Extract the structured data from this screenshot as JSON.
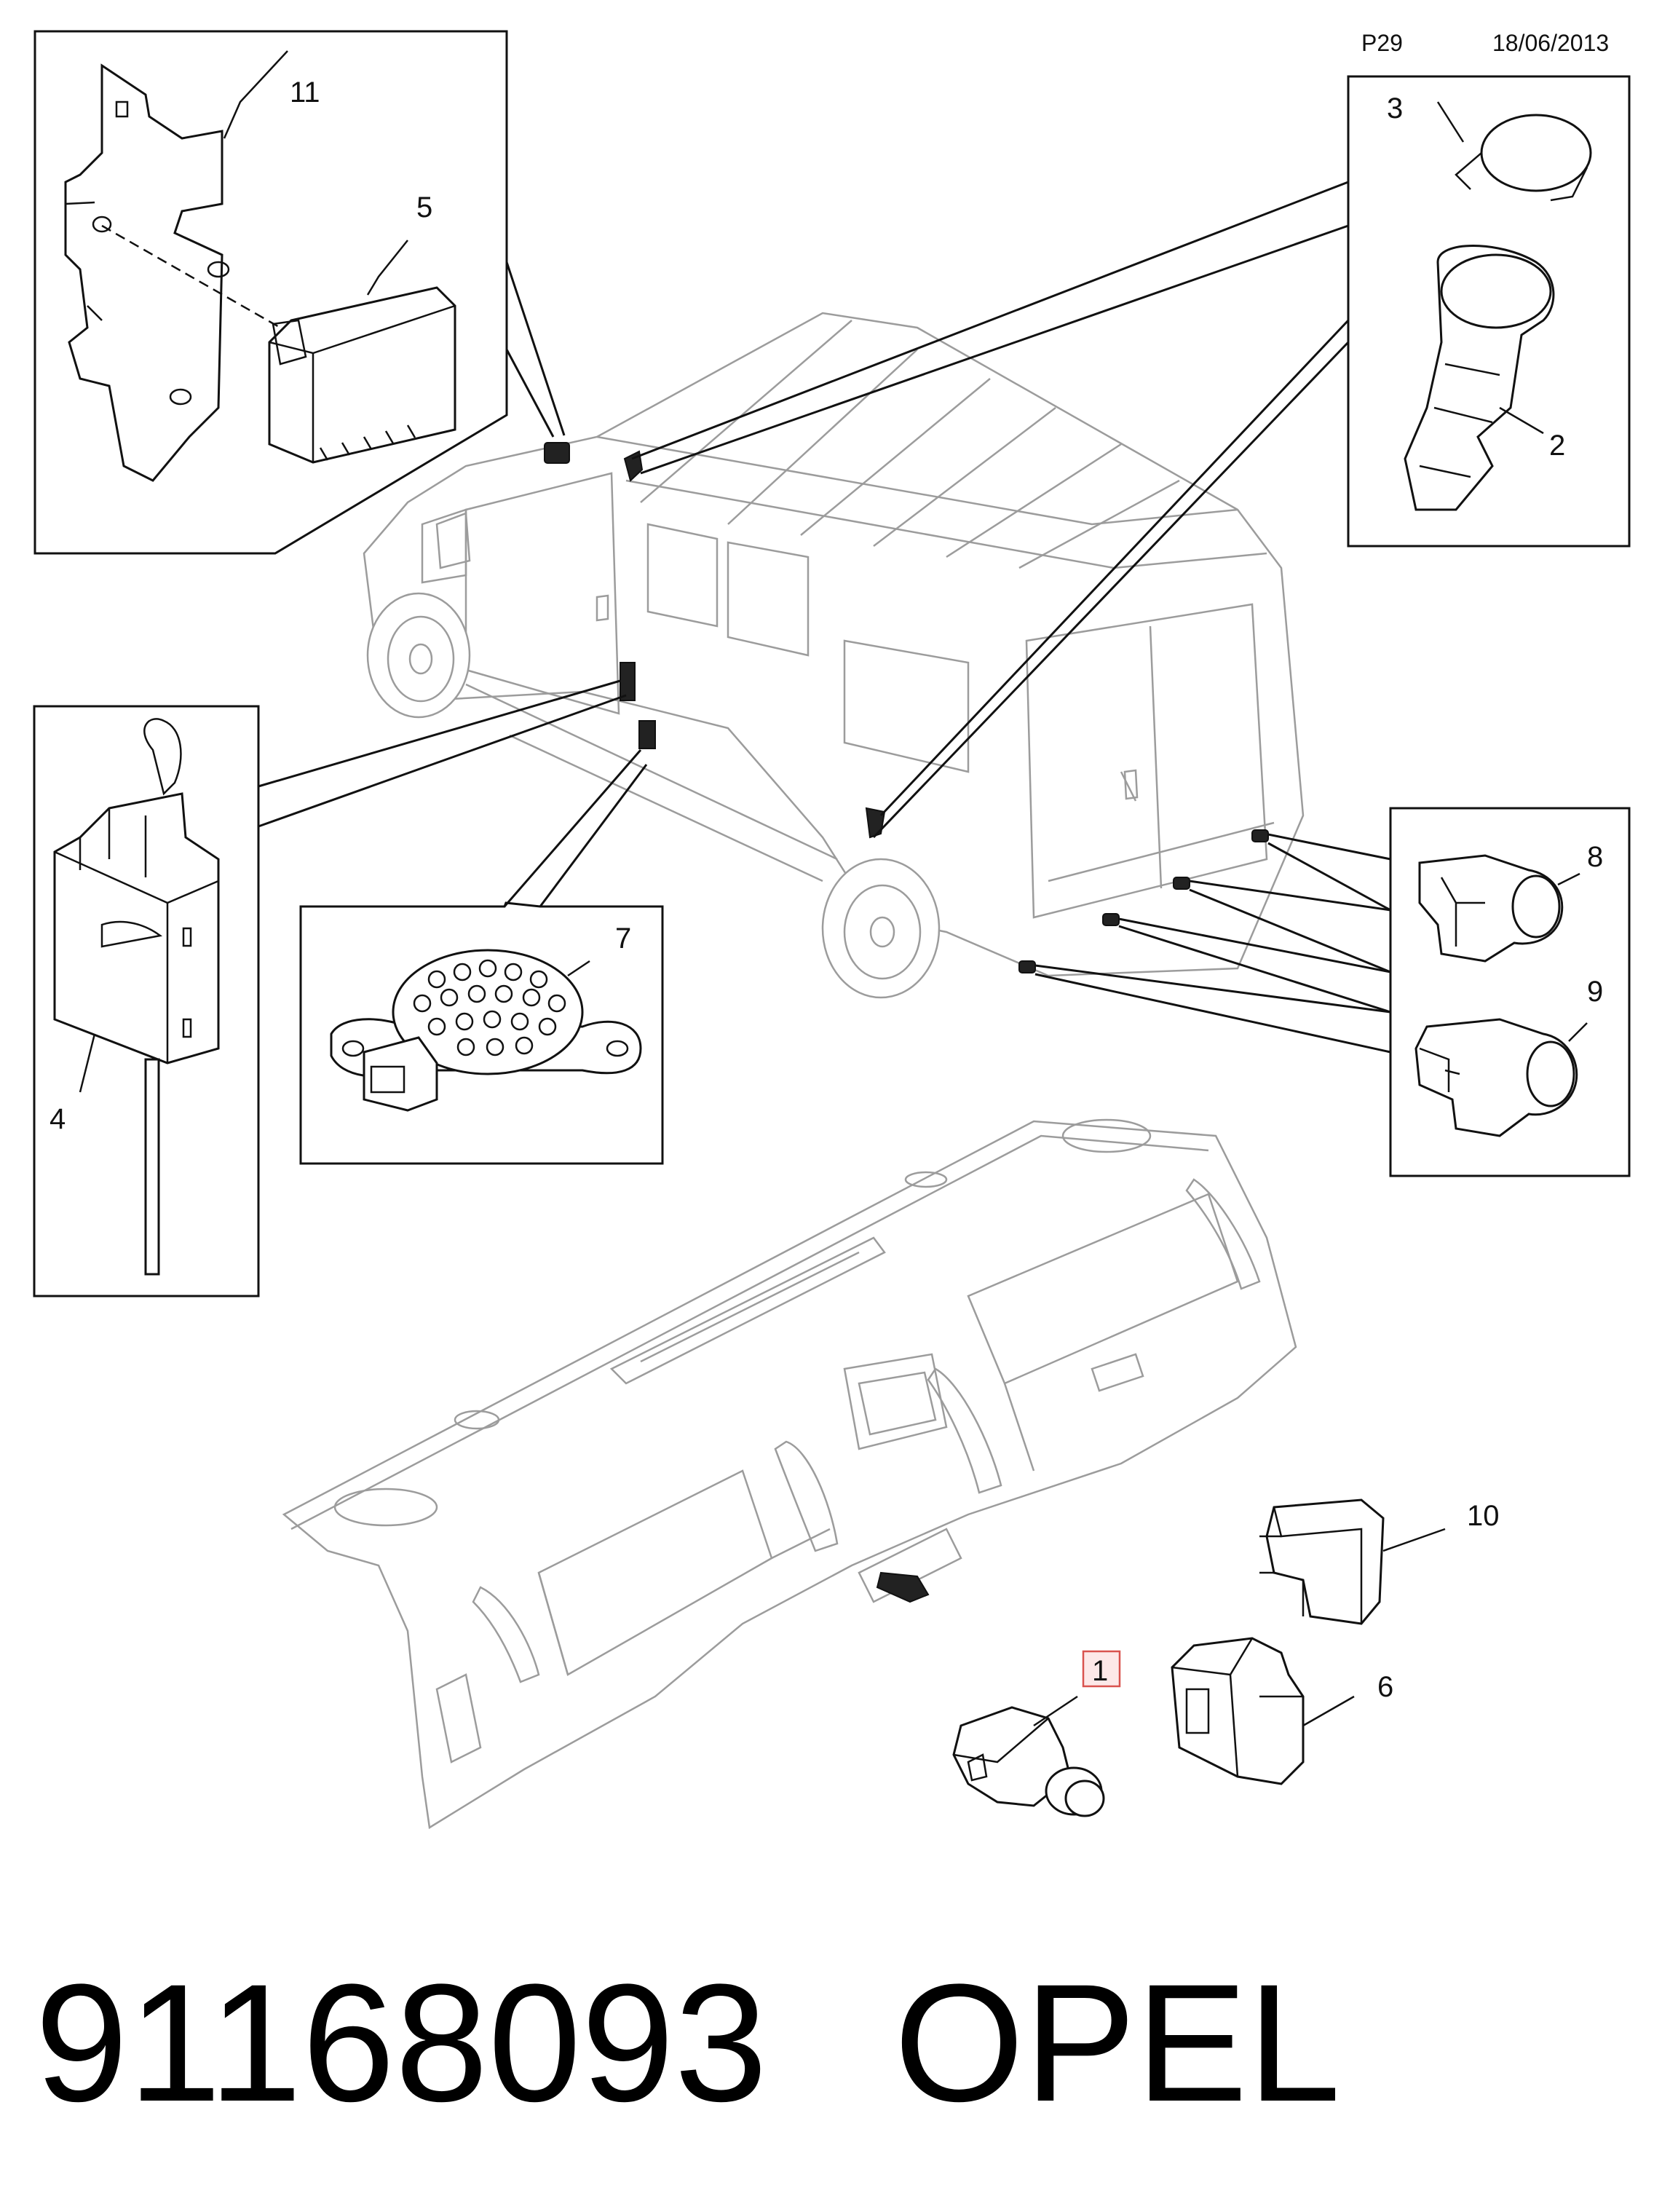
{
  "header": {
    "page_ref": "P29",
    "date": "18/06/2013"
  },
  "callouts": {
    "c1": "1",
    "c2": "2",
    "c3": "3",
    "c4": "4",
    "c5": "5",
    "c6": "6",
    "c7": "7",
    "c8": "8",
    "c9": "9",
    "c10": "10",
    "c11": "11"
  },
  "footer": {
    "part_number": "91168093",
    "brand": "OPEL"
  },
  "colors": {
    "line": "#111111",
    "ghost": "#9c9c9c",
    "highlight_box": "#d9534f",
    "highlight_fill": "#fde8e8"
  }
}
